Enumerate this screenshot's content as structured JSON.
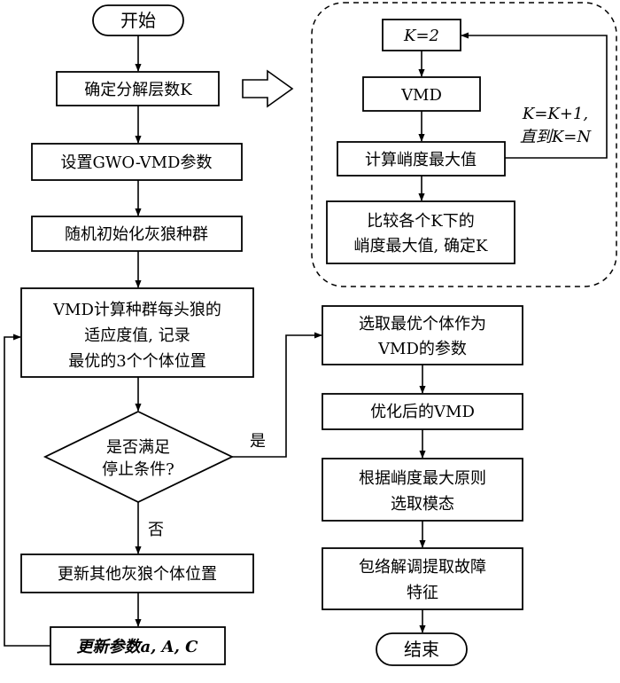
{
  "nodes": {
    "start": "开始",
    "determine_k": "确定分解层数K",
    "set_params": "设置GWO-VMD参数",
    "init_pop": "随机初始化灰狼种群",
    "vmd_fitness": [
      "VMD计算种群每头狼的",
      "适应度值, 记录",
      "最优的3个个体位置"
    ],
    "stop_cond": [
      "是否满足",
      "停止条件?"
    ],
    "update_pos": "更新其他灰狼个体位置",
    "update_params": "更新参数a, A, C",
    "select_best": [
      "选取最优个体作为",
      "VMD的参数"
    ],
    "optimized_vmd": "优化后的VMD",
    "select_mode": [
      "根据峭度最大原则",
      "选取模态"
    ],
    "envelope": [
      "包络解调提取故障",
      "特征"
    ],
    "end": "结束"
  },
  "subprocess": {
    "k_init": "K=2",
    "vmd": "VMD",
    "max_kurtosis": "计算峭度最大值",
    "compare": [
      "比较各个K下的",
      "峭度最大值, 确定K"
    ],
    "loop_label": [
      "K=K+1,",
      "直到K=N"
    ]
  },
  "edge_labels": {
    "yes": "是",
    "no": "否"
  }
}
